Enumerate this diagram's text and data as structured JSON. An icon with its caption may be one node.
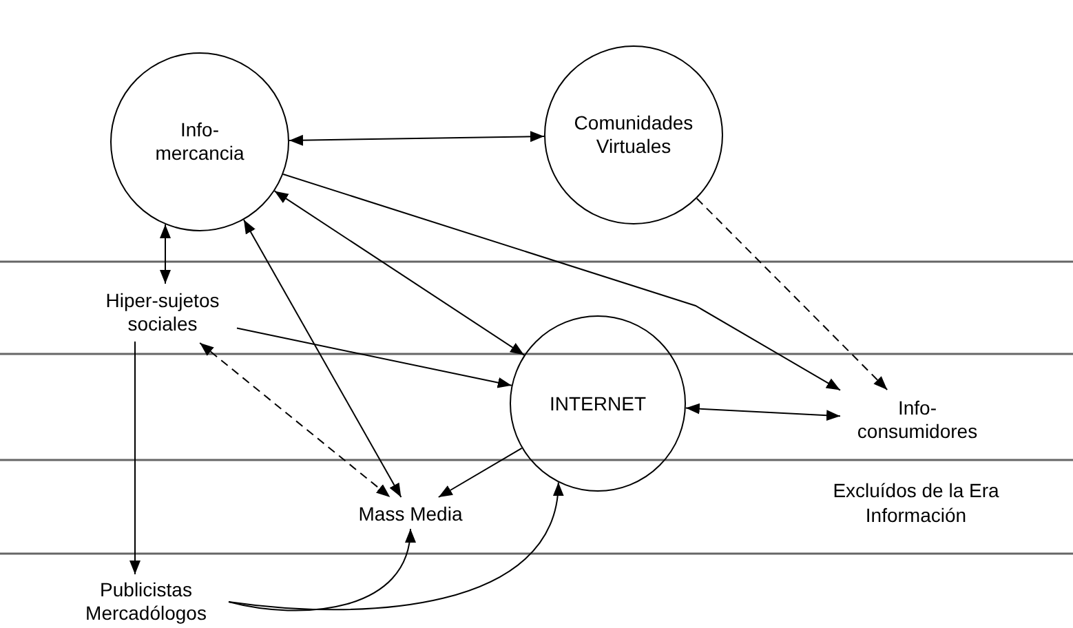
{
  "diagram": {
    "nodes": [
      {
        "text": [
          "Info-mercancia"
        ]
      },
      {
        "text": [
          "Comunidades Virtuales"
        ]
      },
      {
        "text": [
          "Hiper-sujetos sociales"
        ]
      },
      {
        "text": [
          "INTERNET"
        ]
      },
      {
        "text": [
          "Info-consumidores"
        ]
      },
      {
        "text": [
          "Mass Media"
        ]
      },
      {
        "text": [
          "Publicistas Mercadólogos"
        ]
      }
    ],
    "edges": [
      {
        "from": 0,
        "to": 1,
        "arrow": "both"
      },
      {
        "from": 0,
        "to": 2,
        "arrow": "both"
      },
      {
        "from": 0,
        "to": 4,
        "arrow": "to"
      },
      {
        "from": 3,
        "to": 0,
        "arrow": "both"
      },
      {
        "from": 5,
        "to": 0,
        "arrow": "both"
      },
      {
        "from": 2,
        "to": 3,
        "arrow": "to"
      },
      {
        "from": 1,
        "to": 4,
        "arrow": "to",
        "style": "dashed"
      },
      {
        "from": 2,
        "to": 5,
        "arrow": "both",
        "style": "dashed"
      },
      {
        "from": 3,
        "to": 5,
        "arrow": "to"
      },
      {
        "from": 3,
        "to": 4,
        "arrow": "both"
      },
      {
        "from": 2,
        "to": 6,
        "arrow": "to"
      },
      {
        "from": 6,
        "to": 5,
        "arrow": "to"
      },
      {
        "from": 6,
        "to": 3,
        "arrow": "to"
      }
    ],
    "labels": [
      "Excluídos de la Era Información"
    ]
  }
}
